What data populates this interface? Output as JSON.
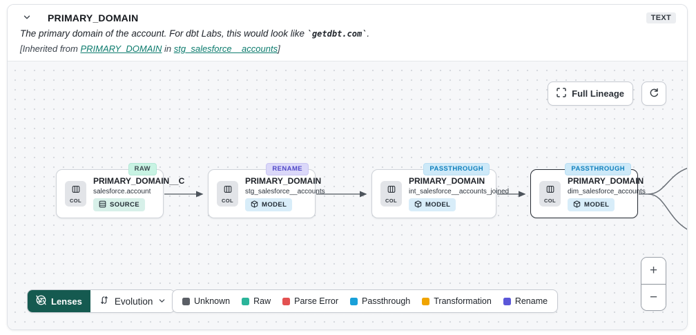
{
  "header": {
    "title": "PRIMARY_DOMAIN",
    "type_badge": "TEXT",
    "description_prefix": "The primary domain of the account. For dbt Labs, this would look like ",
    "description_code": "`getdbt.com`",
    "description_suffix": ".",
    "inherited_prefix": "[Inherited from ",
    "inherited_column_link": "PRIMARY_DOMAIN",
    "inherited_middle": " in ",
    "inherited_model_link": "stg_salesforce__accounts",
    "inherited_suffix": "]"
  },
  "toolbar": {
    "full_lineage_label": "Full Lineage"
  },
  "nodes": [
    {
      "column": "PRIMARY_DOMAIN__C",
      "model": "salesforce.account",
      "resource_type": "SOURCE",
      "tag": "RAW",
      "col_badge": "COL"
    },
    {
      "column": "PRIMARY_DOMAIN",
      "model": "stg_salesforce__accounts",
      "resource_type": "MODEL",
      "tag": "RENAME",
      "col_badge": "COL"
    },
    {
      "column": "PRIMARY_DOMAIN",
      "model": "int_salesforce__accounts_joined",
      "resource_type": "MODEL",
      "tag": "PASSTHROUGH",
      "col_badge": "COL"
    },
    {
      "column": "PRIMARY_DOMAIN",
      "model": "dim_salesforce_accounts",
      "resource_type": "MODEL",
      "tag": "PASSTHROUGH",
      "col_badge": "COL"
    }
  ],
  "footer": {
    "lenses_label": "Lenses",
    "lens_selected_label": "Evolution",
    "legend": [
      {
        "label": "Unknown",
        "color": "#5b5f66"
      },
      {
        "label": "Raw",
        "color": "#2bb49a"
      },
      {
        "label": "Parse Error",
        "color": "#e35151"
      },
      {
        "label": "Passthrough",
        "color": "#19a0d9"
      },
      {
        "label": "Transformation",
        "color": "#f0a400"
      },
      {
        "label": "Rename",
        "color": "#5b57d8"
      }
    ],
    "zoom_in_label": "+",
    "zoom_out_label": "−"
  },
  "colors": {
    "lenses_button_bg": "#155a50",
    "link_teal": "#0c7b6d",
    "tag_raw_bg": "#c8f3e3",
    "tag_rename_bg": "#dbd8f9",
    "tag_rename_text": "#5049c7",
    "tag_passthrough_bg": "#cde9f8",
    "tag_passthrough_text": "#1180bd",
    "canvas_bg": "#f6f7f9"
  }
}
